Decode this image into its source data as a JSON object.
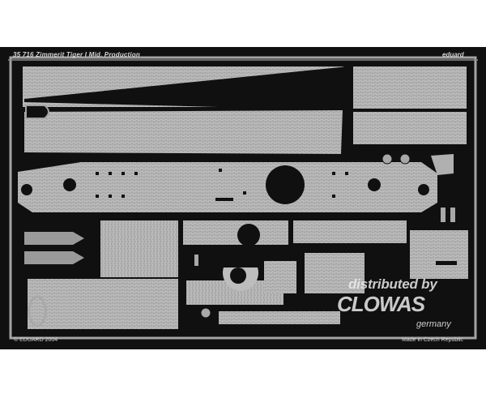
{
  "fret": {
    "code_label": "35 716  Zimmerit Tiger I Mid. Production",
    "brand_label": "eduard",
    "copyright_label": "© EDUARD 2004",
    "origin_label": "Made in Czech Republic"
  },
  "watermark": {
    "line1": "distributed by",
    "line2": "CLOWAS",
    "line3": "germany"
  },
  "colors": {
    "fret_background": "#101010",
    "metal_frame": "#9e9e9e",
    "zimmerit_panel": "#b9b9b9",
    "zimmerit_texture": "#8f8f8f",
    "page_background": "#ffffff"
  }
}
